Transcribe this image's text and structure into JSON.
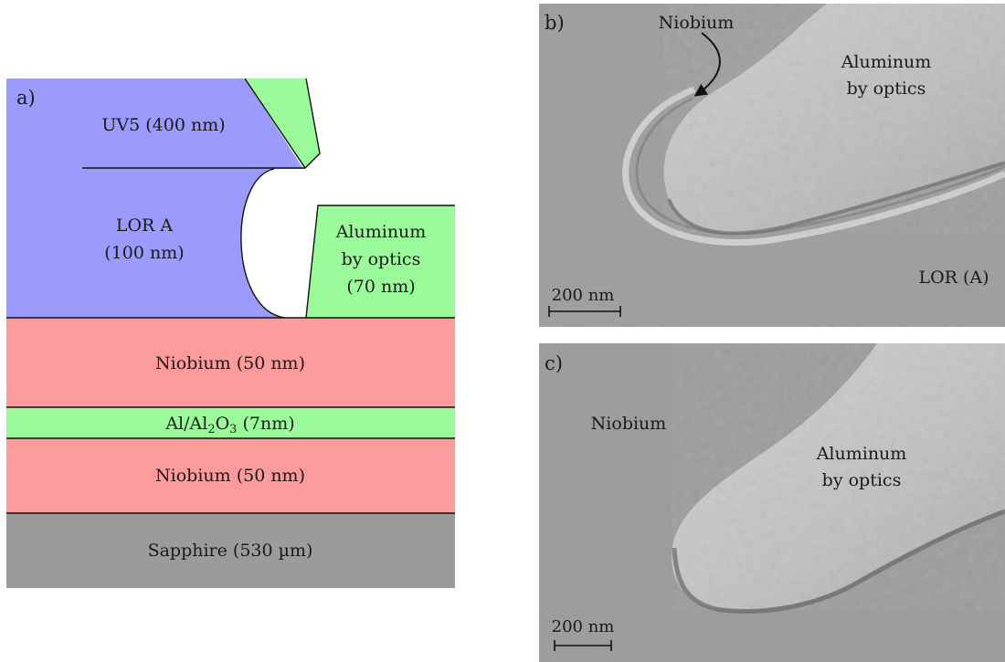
{
  "panel_a": {
    "label": "a)",
    "layers": {
      "uv5": "UV5 (400 nm)",
      "lor_name": "LOR A",
      "lor_thickness": "(100 nm)",
      "al_optics_line1": "Aluminum",
      "al_optics_line2": "by optics",
      "al_optics_thickness": "(70 nm)",
      "nb_top": "Niobium (50 nm)",
      "al_oxide_prefix": "Al/Al",
      "al_oxide_sub1": "2",
      "al_oxide_mid": "O",
      "al_oxide_sub2": "3",
      "al_oxide_suffix": " (7nm)",
      "nb_bottom": "Niobium (50 nm)",
      "sapphire": "Sapphire (530 µm)"
    },
    "colors": {
      "resist": "#9b9bfb",
      "aluminum": "#9bfb9b",
      "niobium": "#fb9b9b",
      "sapphire": "#9b9b9b"
    }
  },
  "panel_b": {
    "label": "b)",
    "niobium_label": "Niobium",
    "aluminum_line1": "Aluminum",
    "aluminum_line2": "by optics",
    "lor_label": "LOR (A)",
    "scale_bar": "200 nm"
  },
  "panel_c": {
    "label": "c)",
    "niobium_label": "Niobium",
    "aluminum_line1": "Aluminum",
    "aluminum_line2": "by optics",
    "scale_bar": "200 nm"
  }
}
